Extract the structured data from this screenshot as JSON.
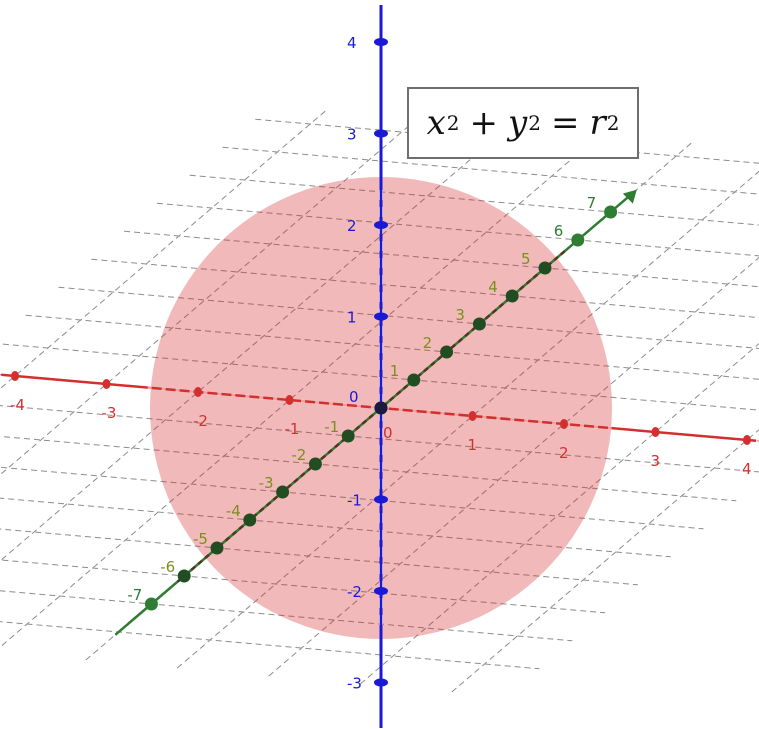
{
  "formula": {
    "x": "x",
    "y": "y",
    "r": "r",
    "exp": "2",
    "plus": "+",
    "equals": "="
  },
  "colors": {
    "x_axis": "#d32f2f",
    "y_axis": "#2e7d32",
    "z_axis": "#1a1ad6",
    "sphere": "#e88e8e",
    "grid": "#8c8c8c"
  },
  "axes": {
    "x_labels": [
      "-4",
      "-3",
      "-2",
      "-1",
      "0",
      "1",
      "2",
      "3",
      "4"
    ],
    "y_labels": [
      "-7",
      "-6",
      "-5",
      "-4",
      "-3",
      "-2",
      "-1",
      "0",
      "1",
      "2",
      "3",
      "4",
      "5",
      "6",
      "7"
    ],
    "z_labels": [
      "-3",
      "-2",
      "-1",
      "0",
      "1",
      "2",
      "3",
      "4"
    ]
  }
}
